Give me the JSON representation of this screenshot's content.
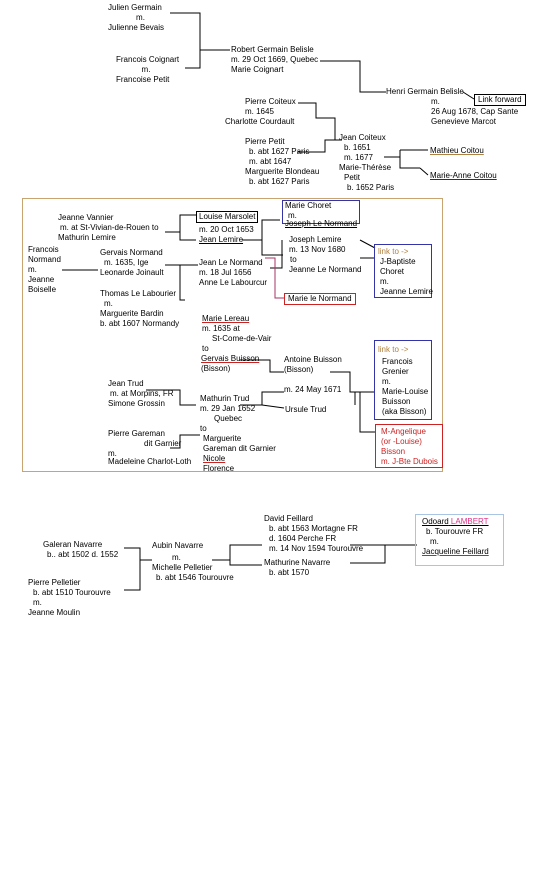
{
  "top": {
    "julien": [
      "Julien Germain",
      "m.",
      "Julienne Bevais"
    ],
    "francois_c": [
      "Francois Coignart",
      "m.",
      "Francoise Petit"
    ],
    "robert": [
      "Robert Germain Belisle",
      "m. 29 Oct 1669, Quebec",
      "Marie Coignart"
    ],
    "henri": "Henri Germain Belisle",
    "henri_m": [
      "m.",
      "26 Aug 1678, Cap Sante",
      "Genevieve Marcot"
    ],
    "link_forward": "Link forward",
    "pierre_c": [
      "Pierre Coiteux",
      "m. 1645",
      "Charlotte Courdault"
    ],
    "pierre_p": [
      "Pierre Petit",
      "b. abt 1627 Paris",
      "m. abt 1647",
      "Marguerite Blondeau",
      "b. abt 1627 Paris"
    ],
    "jean_c": [
      "Jean Coiteux",
      "b. 1651",
      "m. 1677",
      "Marie-Thérèse",
      "Petit",
      "b. 1652 Paris"
    ],
    "mathieu": "Mathieu Coitou",
    "marie_anne": "Marie-Anne Coitou"
  },
  "mid": {
    "jeanne_v": [
      "Jeanne Vannier",
      "m. at St-Vivian-de-Rouen to",
      "Mathurin Lemire"
    ],
    "louise_m": "Louise Marsolet",
    "louise_m2": [
      "m. 20 Oct 1653",
      "Jean Lemire"
    ],
    "marie_c": [
      "Marie Choret",
      "m.",
      "Joseph Le Normand"
    ],
    "francois_n": [
      "Francois",
      "Normand",
      "m.",
      "Jeanne",
      "Boiselle"
    ],
    "gervais_n": [
      "Gervais Normand",
      "m. 1635, Ige",
      "Leonarde Joinault"
    ],
    "jean_ln": [
      "Jean Le Normand",
      "m. 18 Jul 1656",
      "Anne Le Labourcur"
    ],
    "joseph_l": [
      "Joseph Lemire",
      "m. 13 Nov 1680",
      "to",
      "Jeanne Le Normand"
    ],
    "link_to_1": "link to ->",
    "jb_choret": [
      "J-Baptiste",
      "Choret",
      "m.",
      "Jeanne Lemire"
    ],
    "thomas": [
      "Thomas Le Labourier",
      "m.",
      "Marguerite Bardin",
      "b. abt 1607 Normandy"
    ],
    "marie_ln": "Marie le Normand",
    "marie_l": [
      "Marie Lereau",
      "m. 1635 at",
      "St-Come-de-Vair",
      "to"
    ],
    "gervais_b": [
      "Gervais Buisson",
      "(Bisson)"
    ],
    "antoine": [
      "Antoine Buisson",
      "(Bisson)"
    ],
    "antoine_m": "m. 24 May 1671",
    "link_to_2": "link to ->",
    "francois_g": [
      "Francois",
      "Grenier",
      "m.",
      "Marie-Louise",
      "Buisson",
      "(aka Bisson)"
    ],
    "jean_t": [
      "Jean Trud",
      "m. at Morpins, FR",
      "Simone Grossin"
    ],
    "mathurin_t": [
      "Mathurin Trud",
      "m. 29 Jan 1652",
      "Quebec",
      "to"
    ],
    "ursule": "Ursule Trud",
    "pierre_g": [
      "Pierre Gareman",
      "dit Garnier",
      "m.",
      "Madeleine Charlot-Loth"
    ],
    "marguerite_g": [
      "Marguerite",
      "Gareman  dit Garnier",
      "Nicole",
      "Florence"
    ],
    "m_angelique": [
      "M-Angelique",
      "(or -Louise)",
      "Bisson",
      "m. J-Bte Dubois"
    ]
  },
  "bottom": {
    "galeran": [
      "Galeran Navarre",
      "b.. abt 1502   d. 1552"
    ],
    "aubin": "Aubin Navarre",
    "aubin_m": [
      "m.",
      "Michelle Pelletier",
      "b. abt 1546 Tourouvre"
    ],
    "pierre_pel": [
      "Pierre Pelletier",
      "b. abt 1510 Tourouvre",
      "m.",
      "Jeanne Moulin"
    ],
    "david": [
      "David Feillard",
      "b. abt 1563 Mortagne FR",
      "d. 1604 Perche FR",
      "m. 14 Nov 1594 Tourouvre"
    ],
    "mathurine": [
      "Mathurine Navarre",
      "b. abt 1570"
    ],
    "odoard_first": "Odoard",
    "odoard_last": "LAMBERT",
    "odoard_rest": [
      "b. Tourouvre FR",
      "m.",
      "Jacqueline Feillard"
    ]
  }
}
